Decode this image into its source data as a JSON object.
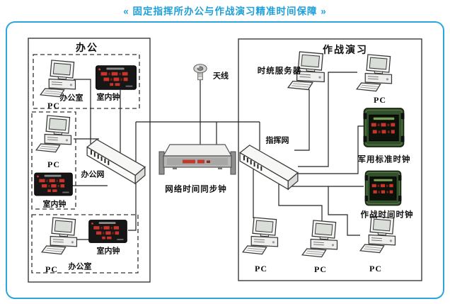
{
  "title": "« 固定指挥所办公与作战演习精准时间保障 »",
  "colors": {
    "title_blue": "#1E9FD9",
    "frame_blue": "#2BA7DE",
    "wire_black": "#222222",
    "led_red": "#c9352b",
    "indoor_clock_bg": "#161616",
    "green_clock_body": "#32502c"
  },
  "office_section": {
    "label": "办公",
    "network_label": "办公网",
    "rooms": [
      {
        "room_label": "办公室",
        "pc_label": "PC",
        "clock_label": "室内钟"
      },
      {
        "pc_label": "PC",
        "clock_label": "室内钟"
      },
      {
        "room_label": "办公室",
        "pc_label": "PC",
        "clock_label": "室内钟"
      }
    ]
  },
  "center": {
    "antenna_label": "天线",
    "sync_clock_label": "网络时间同步钟"
  },
  "exercise_section": {
    "label": "作战演习",
    "network_label": "指挥网",
    "time_server_label": "时统服务器",
    "top_pc_label": "PC",
    "military_clock_label": "军用标准时钟",
    "combat_clock_label": "作战时间时钟",
    "bottom_pc_labels": [
      "PC",
      "PC",
      "PC"
    ]
  }
}
